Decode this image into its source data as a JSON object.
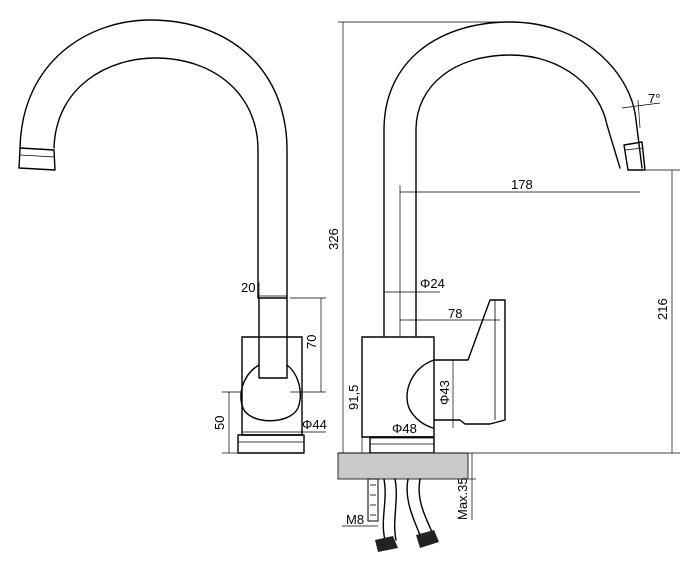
{
  "labels": {
    "handle_width": "20",
    "handle_height": "70",
    "body_diameter_left": "Φ44",
    "base_height": "50",
    "total_height": "326",
    "spout_reach": "178",
    "spout_angle": "7°",
    "spout_height": "216",
    "pipe_diameter": "Φ24",
    "handle_reach": "78",
    "body_height": "91,5",
    "cartridge_diameter": "Φ43",
    "base_diameter": "Φ48",
    "thread": "M8",
    "max_countertop": "Max.35"
  },
  "colors": {
    "line": "#000000",
    "countertop": "#c9c9c9",
    "background": "#ffffff"
  }
}
